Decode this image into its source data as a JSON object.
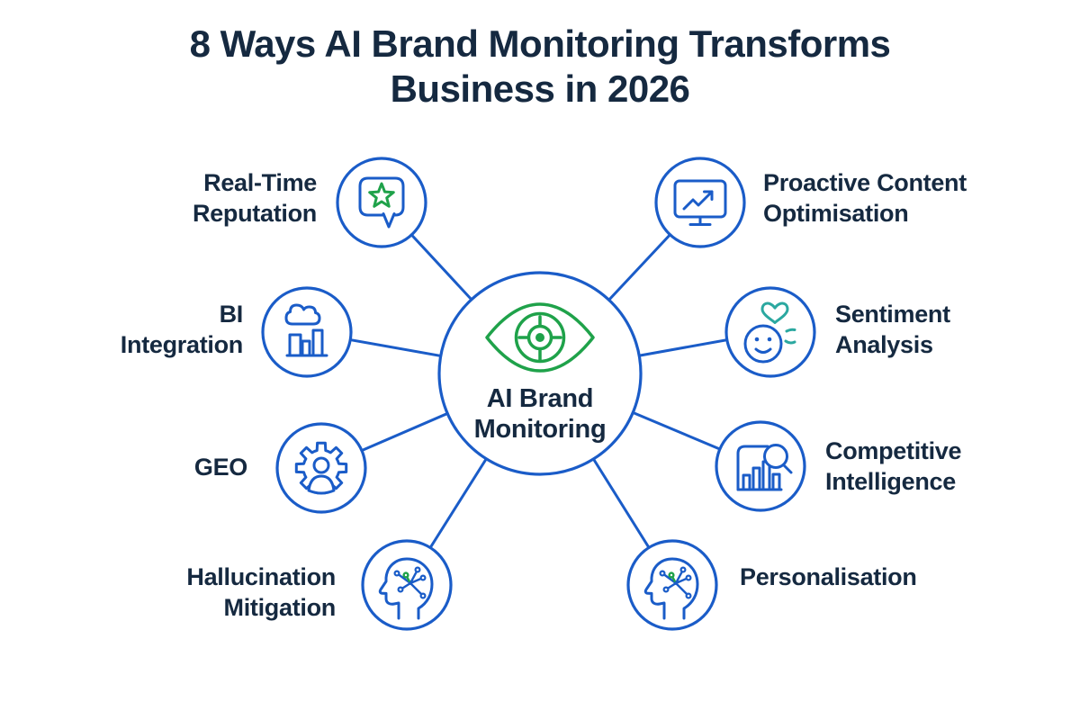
{
  "title": "8 Ways AI Brand Monitoring Transforms Business in 2026",
  "colors": {
    "primary_blue": "#1A5CC8",
    "accent_green": "#1FA24A",
    "accent_teal": "#2BA8A0",
    "text_navy": "#152940",
    "background": "#FFFFFF"
  },
  "center": {
    "label": "AI Brand Monitoring",
    "icon": "eye-target-icon"
  },
  "nodes": [
    {
      "label": "Real-Time Reputation",
      "icon": "chat-star-icon"
    },
    {
      "label": "Proactive Content Optimisation",
      "icon": "monitor-trend-chart-icon"
    },
    {
      "label": "BI Integration",
      "icon": "cloud-bar-chart-icon"
    },
    {
      "label": "Sentiment Analysis",
      "icon": "smiley-heart-icon"
    },
    {
      "label": "GEO",
      "icon": "gear-person-icon"
    },
    {
      "label": "Competitive Intelligence",
      "icon": "bar-chart-magnifier-icon"
    },
    {
      "label": "Hallucination Mitigation",
      "icon": "head-circuit-icon"
    },
    {
      "label": "Personalisation",
      "icon": "head-circuit-icon"
    }
  ]
}
